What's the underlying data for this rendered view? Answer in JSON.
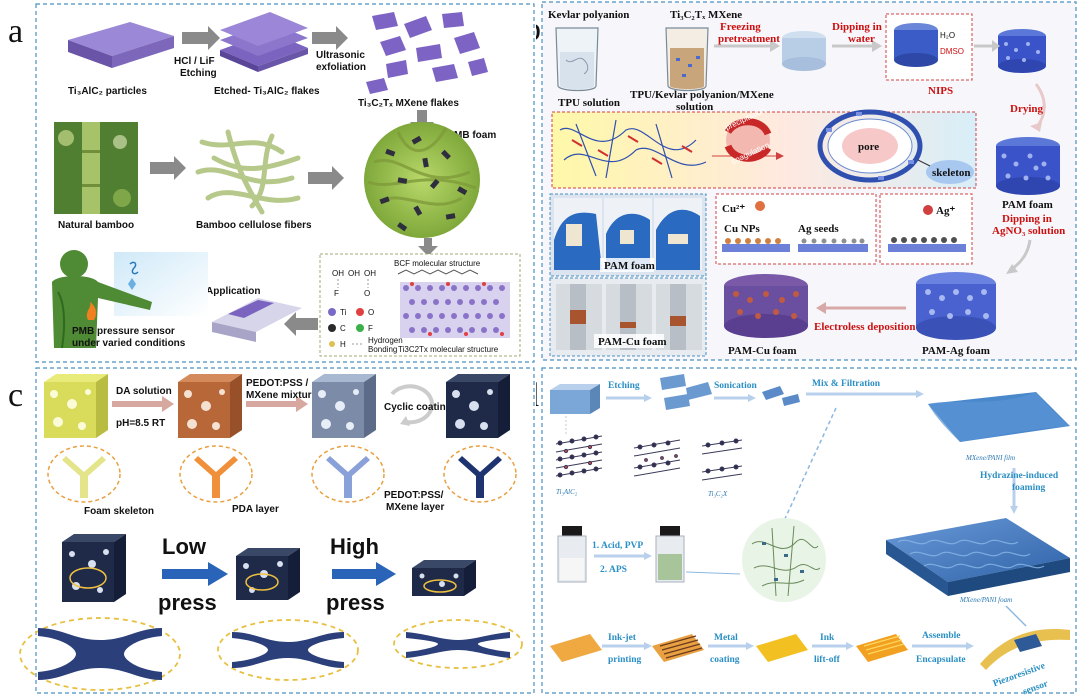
{
  "panel_a": {
    "label": "a",
    "step1": "Ti₃AlC₂ particles",
    "arrow1_line1": "HCl / LiF",
    "arrow1_line2": "Etching",
    "step2": "Etched- Ti₃AlC₂ flakes",
    "arrow2_line1": "Ultrasonic",
    "arrow2_line2": "exfoliation",
    "step3": "Ti₃C₂Tₓ MXene flakes",
    "foam": "MB foam",
    "bamboo": "Natural bamboo",
    "fibers": "Bamboo cellulose fibers",
    "application": "Application",
    "sensor_line1": "PMB pressure sensor",
    "sensor_line2": "under varied conditions",
    "bcf": "BCF molecular structure",
    "ti3c2": "Ti3C2Tx molecular structure",
    "bond_line1": "Hydrogen",
    "bond_line2": "Bonding",
    "legend_ti": "Ti",
    "legend_o": "O",
    "legend_c": "C",
    "legend_f": "F",
    "legend_h": "H",
    "oh1": "OH",
    "oh2": "OH",
    "oh3": "OH",
    "f_atom": "F",
    "o_atom": "O"
  },
  "panel_b": {
    "label": "b",
    "kevlar": "Kevlar polyanion",
    "mxene": "Ti₃C₂Tₓ MXene",
    "freeze_line1": "Freezing",
    "freeze_line2": "pretreatment",
    "dip_line1": "Dipping in",
    "dip_line2": "water",
    "h2o": "H₂O",
    "dmso": "DMSO",
    "nips": "NIPS",
    "tpu": "TPU solution",
    "tpu_mix_line1": "TPU/Kevlar polyanion/MXene",
    "tpu_mix_line2": "solution",
    "drying": "Drying",
    "pore": "pore",
    "skeleton": "skeleton",
    "swirl1": "coagulation",
    "swirl2": "precipitation",
    "pam_foam": "PAM foam",
    "dip_ag_line1": "Dipping in",
    "dip_ag_line2": "AgNO₃ solution",
    "cu2": "Cu²⁺",
    "cu_nps": "Cu NPs",
    "ag_seeds": "Ag seeds",
    "ag_plus": "Ag⁺",
    "pam_foam_photo": "PAM foam",
    "pam_cu_photo": "PAM-Cu foam",
    "electroless": "Electroless deposition",
    "pam_cu": "PAM-Cu foam",
    "pam_ag": "PAM-Ag foam"
  },
  "panel_c": {
    "label": "c",
    "da_line1": "DA solution",
    "da_line2": "pH=8.5  RT",
    "pedot_line1": "PEDOT:PSS /",
    "pedot_line2": "MXene mixture",
    "cyclic": "Cyclic coating",
    "skeleton": "Foam skeleton",
    "pda": "PDA layer",
    "pedot_layer_line1": "PEDOT:PSS/",
    "pedot_layer_line2": "MXene layer",
    "low_line1": "Low",
    "low_line2": "press",
    "high_line1": "High",
    "high_line2": "press"
  },
  "panel_d": {
    "label": "d",
    "etching": "Etching",
    "sonication": "Sonication",
    "mix": "Mix & Filtration",
    "film": "MXene/PANI film",
    "hydrazine_line1": "Hydrazine-induced",
    "hydrazine_line2": "foaming",
    "ti3alc2": "Ti₃AlC₂",
    "ti3c2x": "Ti₃C₂X",
    "acid": "1. Acid, PVP",
    "aps": "2. APS",
    "foam": "MXene/PANI foam",
    "inkjet_line1": "Ink-jet",
    "inkjet_line2": "printing",
    "metal_line1": "Metal",
    "metal_line2": "coating",
    "ink_line1": "Ink",
    "ink_line2": "lift-off",
    "assemble_line1": "Assemble",
    "assemble_line2": "Encapsulate",
    "sensor_line1": "Piezoresistive",
    "sensor_line2": "sensor"
  },
  "colors": {
    "panel_border": "#4a90c2",
    "red_label": "#cc1010",
    "mxene_purple": "#8c72c8",
    "pam_blue": "#3b53c9",
    "ribbon_blue": "#3470b8",
    "step_blue": "#2a8fc4"
  }
}
